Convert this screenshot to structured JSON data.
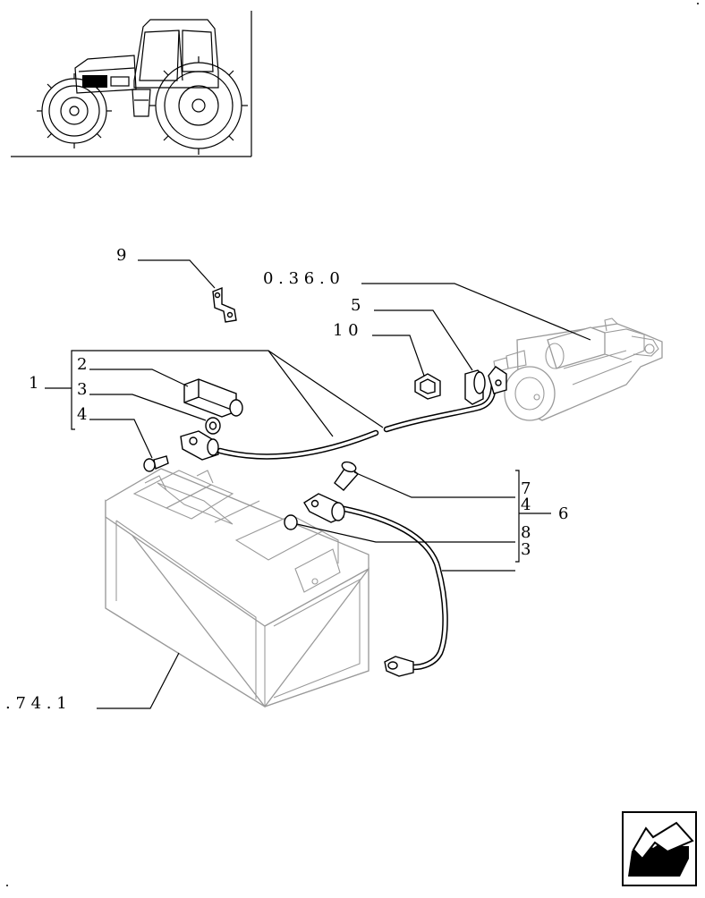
{
  "labels": {
    "item_9": "9",
    "ref_starter": "0 . 3 6 . 0",
    "item_5": "5",
    "item_10": "1 0",
    "item_1": "1",
    "item_2": "2",
    "item_3_upper": "3",
    "item_4_upper": "4",
    "item_7": "7",
    "item_4_lower": "4",
    "item_6": "6",
    "item_8": "8",
    "item_3_lower": "3",
    "ref_battery": ". 7 4 . 1"
  },
  "icons": {
    "thumbnail": "tractor-thumbnail-icon",
    "nav": "next-page-arrow-icon"
  }
}
